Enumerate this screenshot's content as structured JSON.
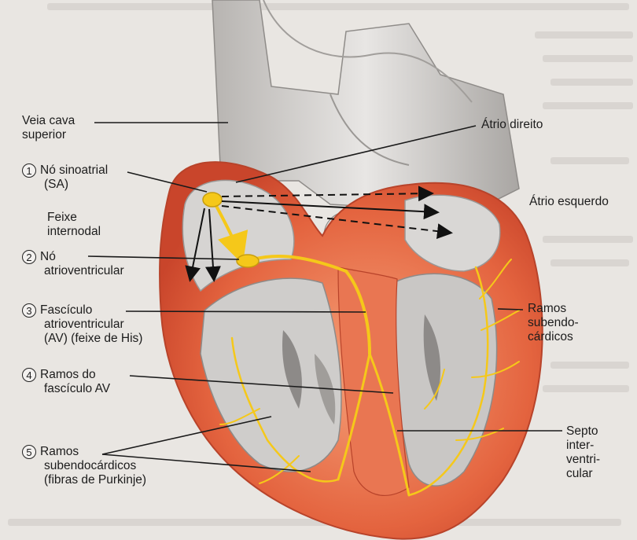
{
  "labels": {
    "vena_cava_1": "Veia cava",
    "vena_cava_2": "superior",
    "atrio_direito": "Átrio direito",
    "atrio_esquerdo": "Átrio esquerdo",
    "sa_num": "1",
    "sa_1": "Nó sinoatrial",
    "sa_2": "(SA)",
    "feixe_1": "Feixe",
    "feixe_2": "internodal",
    "av_num": "2",
    "av_1": "Nó",
    "av_2": "atrioventricular",
    "fasc_num": "3",
    "fasc_1": "Fascículo",
    "fasc_2": "atrioventricular",
    "fasc_3": "(AV) (feixe de His)",
    "ramos_num": "4",
    "ramos_1": "Ramos do",
    "ramos_2": "fascículo AV",
    "purk_num": "5",
    "purk_1": "Ramos",
    "purk_2": "subendocárdicos",
    "purk_3": "(fibras de Purkinje)",
    "rs_1": "Ramos",
    "rs_2": "subendo-",
    "rs_3": "cárdicos",
    "septo_1": "Septo",
    "septo_2": "inter-",
    "septo_3": "ventri-",
    "septo_4": "cular"
  },
  "colors": {
    "myocardium": "#e2553a",
    "myocardium_light": "#f08a63",
    "conduction": "#f5c81a",
    "vessel": "#cfcdcb",
    "vessel_shadow": "#9d9a98",
    "background": "#e9e6e2"
  }
}
